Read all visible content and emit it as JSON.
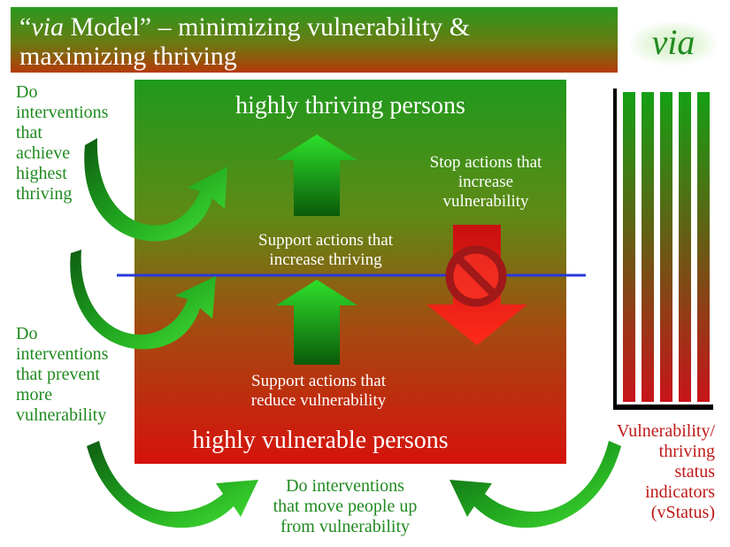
{
  "header": {
    "title_italic": "via",
    "title_rest_line1": " Model” – minimizing vulnerability &",
    "title_line2": "maximizing thriving",
    "open_quote": "“"
  },
  "logo": {
    "text": "via"
  },
  "box": {
    "top_heading": "highly thriving persons",
    "bottom_heading": "highly vulnerable persons",
    "support_thriving": [
      "Support actions that",
      "increase thriving"
    ],
    "support_reduce": [
      "Support actions that",
      "reduce vulnerability"
    ],
    "stop_actions": [
      "Stop actions that",
      "increase",
      "vulnerability"
    ]
  },
  "left_labels": {
    "top": [
      "Do",
      "interventions",
      "that",
      "achieve",
      "highest",
      "thriving"
    ],
    "middle": [
      "Do",
      "interventions",
      "that prevent",
      "more",
      "vulnerability"
    ]
  },
  "bottom_label": [
    "Do interventions",
    "that move people up",
    "from vulnerability"
  ],
  "status_label": [
    "Vulnerability/",
    "thriving",
    "status",
    "indicators",
    "(vStatus)"
  ],
  "colors": {
    "green": "#1f8a1f",
    "red": "#c01818",
    "divider_blue": "#2a3ad8"
  }
}
